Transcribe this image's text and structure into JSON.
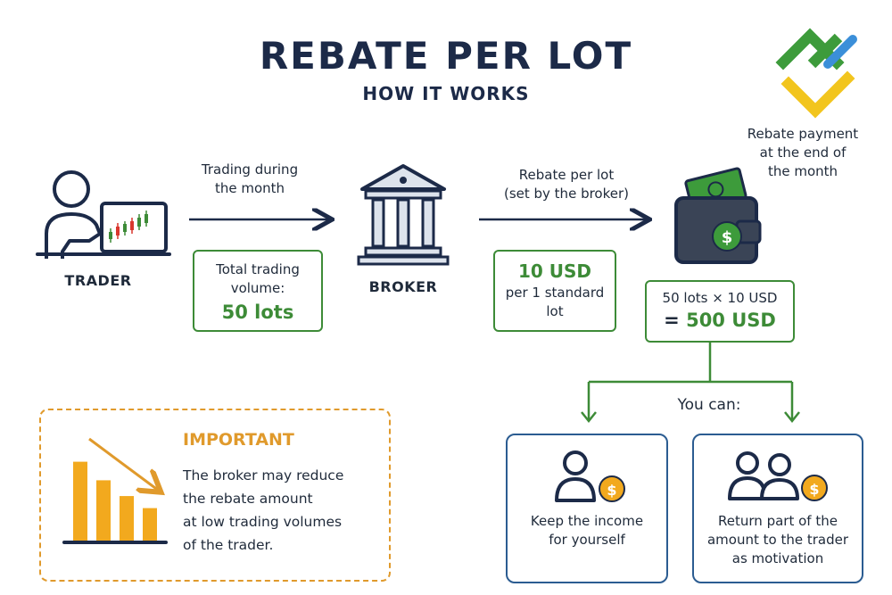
{
  "header": {
    "title": "REBATE PER LOT",
    "subtitle": "HOW IT WORKS"
  },
  "payment_note": {
    "line1": "Rebate payment",
    "line2": "at the end of",
    "line3": "the month"
  },
  "trader": {
    "label": "TRADER",
    "arrow_line1": "Trading during",
    "arrow_line2": "the month",
    "volume_line1": "Total trading",
    "volume_line2": "volume:",
    "volume_value": "50 lots"
  },
  "broker": {
    "label": "BROKER",
    "arrow_line1": "Rebate per lot",
    "arrow_line2": "(set by the broker)",
    "rate_value": "10 USD",
    "rate_line1": "per 1 standard",
    "rate_line2": "lot"
  },
  "calc": {
    "formula": "50 lots × 10 USD",
    "equals": "=",
    "result": "500 USD"
  },
  "options": {
    "heading": "You can:",
    "keep_line1": "Keep the income",
    "keep_line2": "for yourself",
    "return_line1": "Return part of the",
    "return_line2": "amount to the trader",
    "return_line3": "as motivation"
  },
  "important": {
    "heading": "IMPORTANT",
    "line1": "The broker may reduce",
    "line2": "the rebate amount",
    "line3": "at low trading volumes",
    "line4": "of the trader.",
    "bar_levels": [
      0.85,
      0.65,
      0.48,
      0.35
    ]
  },
  "colors": {
    "navy": "#1c2a48",
    "green": "#3d8b37",
    "blue": "#2b5c91",
    "orange": "#e09a2c",
    "gold": "#f2a91e"
  },
  "icons": [
    "brand-logo-icon",
    "trader-icon",
    "candlestick-chart-icon",
    "bank-icon",
    "wallet-icon",
    "dollar-coin-icon",
    "person-icon",
    "people-icon",
    "declining-bars-icon"
  ]
}
